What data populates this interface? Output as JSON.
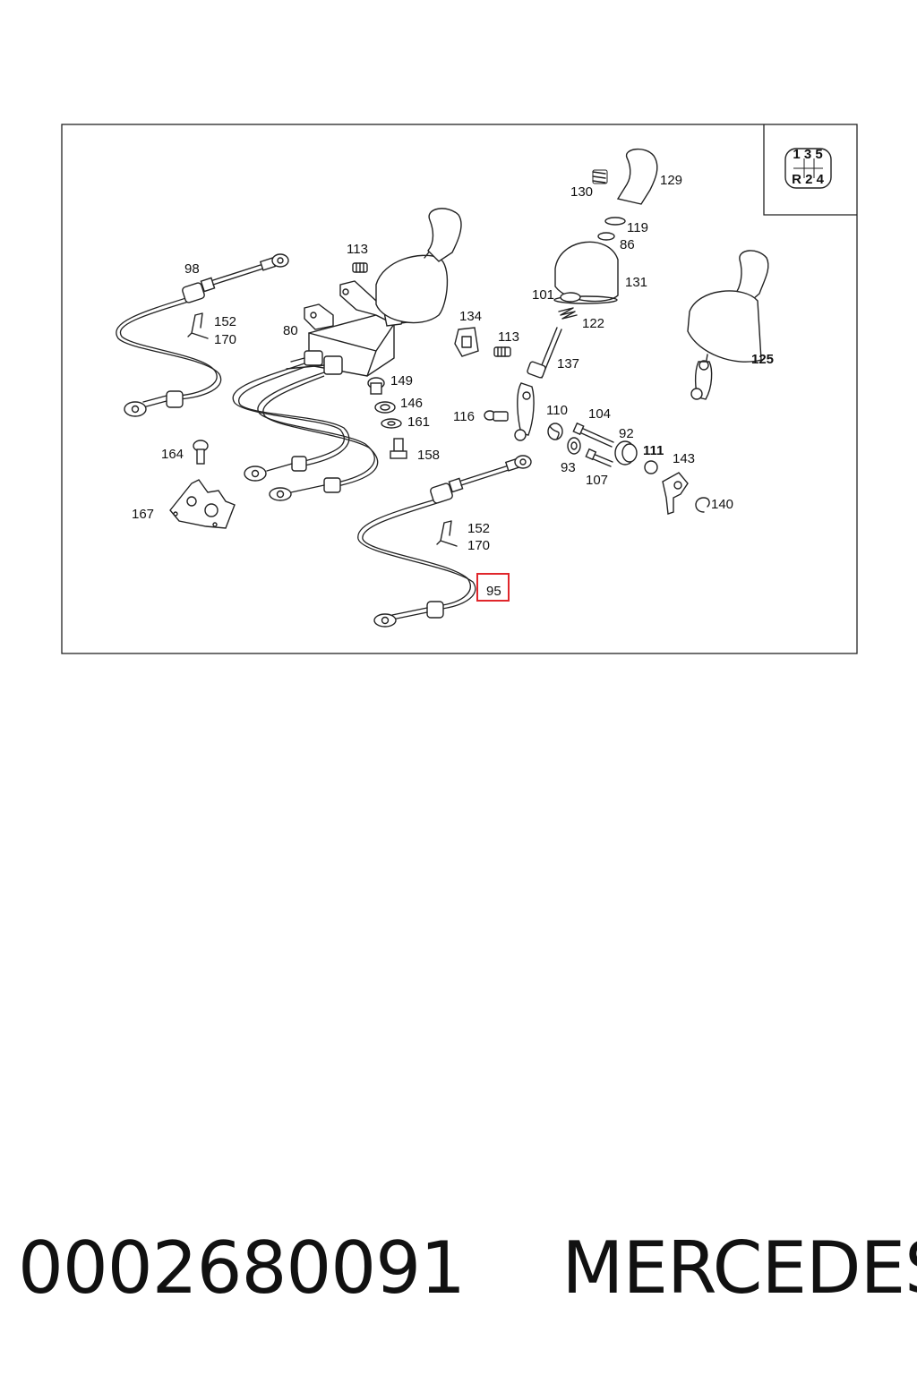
{
  "diagram": {
    "callouts": [
      {
        "id": "98",
        "text": "98"
      },
      {
        "id": "113a",
        "text": "113"
      },
      {
        "id": "80",
        "text": "80"
      },
      {
        "id": "152a",
        "text": "152"
      },
      {
        "id": "170a",
        "text": "170"
      },
      {
        "id": "134",
        "text": "134"
      },
      {
        "id": "113b",
        "text": "113"
      },
      {
        "id": "101",
        "text": "101"
      },
      {
        "id": "122",
        "text": "122"
      },
      {
        "id": "131",
        "text": "131"
      },
      {
        "id": "137",
        "text": "137"
      },
      {
        "id": "130",
        "text": "130"
      },
      {
        "id": "129",
        "text": "129"
      },
      {
        "id": "119",
        "text": "119"
      },
      {
        "id": "86",
        "text": "86"
      },
      {
        "id": "125",
        "text": "125"
      },
      {
        "id": "149",
        "text": "149"
      },
      {
        "id": "146",
        "text": "146"
      },
      {
        "id": "161",
        "text": "161"
      },
      {
        "id": "158",
        "text": "158"
      },
      {
        "id": "116",
        "text": "116"
      },
      {
        "id": "110",
        "text": "110"
      },
      {
        "id": "104",
        "text": "104"
      },
      {
        "id": "92",
        "text": "92"
      },
      {
        "id": "111",
        "text": "111"
      },
      {
        "id": "143",
        "text": "143"
      },
      {
        "id": "93",
        "text": "93"
      },
      {
        "id": "107",
        "text": "107"
      },
      {
        "id": "140",
        "text": "140"
      },
      {
        "id": "164",
        "text": "164"
      },
      {
        "id": "167",
        "text": "167"
      },
      {
        "id": "152b",
        "text": "152"
      },
      {
        "id": "170b",
        "text": "170"
      },
      {
        "id": "95",
        "text": "95"
      }
    ],
    "highlighted_callout": "95",
    "highlight_color": "#e0262b",
    "gear_pattern": {
      "top": "1 3 5",
      "bottom": "R 2 4"
    }
  },
  "caption": {
    "part_number": "0002680091",
    "brand": "MERCEDES"
  }
}
